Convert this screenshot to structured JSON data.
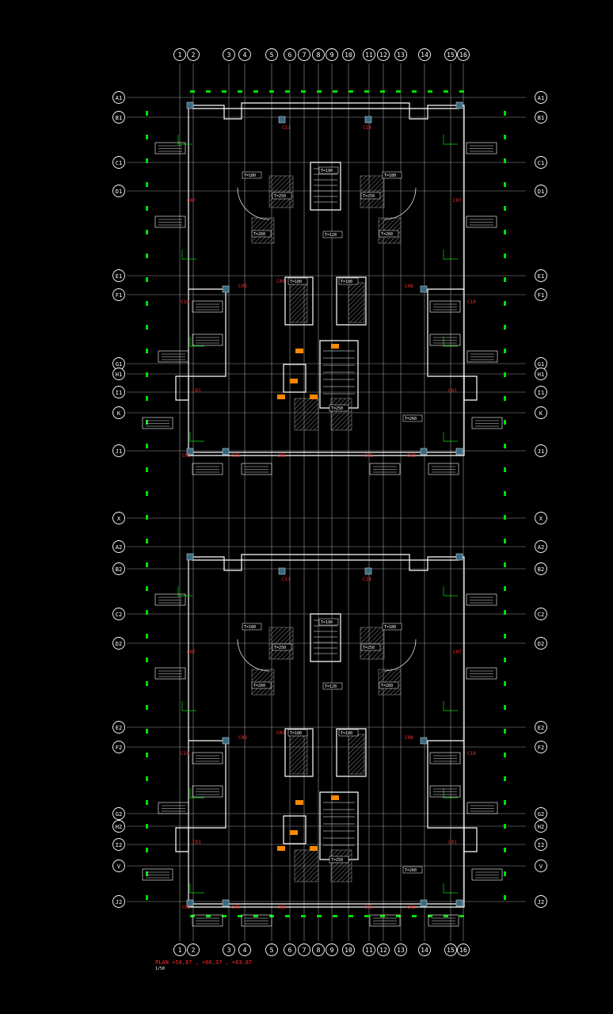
{
  "drawing": {
    "plan_title": "PLAN +58,87 , +60,37 , +63,87",
    "scale": "1/50"
  },
  "grid": {
    "columns": [
      "1",
      "2",
      "3",
      "4",
      "5",
      "6",
      "7",
      "8",
      "9",
      "10",
      "11",
      "12",
      "13",
      "14",
      "15",
      "16"
    ],
    "rows_left": [
      "A1",
      "B1",
      "C1",
      "D1",
      "E1",
      "F1",
      "G1",
      "H1",
      "I1",
      "K",
      "J1",
      "X",
      "A2",
      "B2",
      "C2",
      "D2",
      "E2",
      "F2",
      "G2",
      "H2",
      "I2",
      "V",
      "J2"
    ],
    "rows_right": [
      "A1",
      "B1",
      "C1",
      "D1",
      "E1",
      "F1",
      "G1",
      "H1",
      "I1",
      "K",
      "J1",
      "X",
      "A2",
      "B2",
      "C2",
      "D2",
      "E2",
      "F2",
      "G2",
      "H2",
      "I2",
      "V",
      "J2"
    ]
  },
  "column_tags": {
    "c11": "C11",
    "c14": "C14",
    "c07": "C07",
    "c08": "C08",
    "c10": "C10",
    "c01": "C01",
    "c02": "C02",
    "c05": "C05",
    "c06": "C06",
    "c09": "C09"
  },
  "stair_labels": {
    "t190": "T=190",
    "t180": "T=180",
    "t260": "T=260",
    "t250": "T=250",
    "t120": "T=120"
  },
  "colors": {
    "background": "#000000",
    "grid_line": "#9a9a9a",
    "wall": "#ffffff",
    "annotation": "#00e000",
    "tag": "#ff2a2a",
    "hatch": "#8a8a8a",
    "highlight": "#ff8800"
  }
}
